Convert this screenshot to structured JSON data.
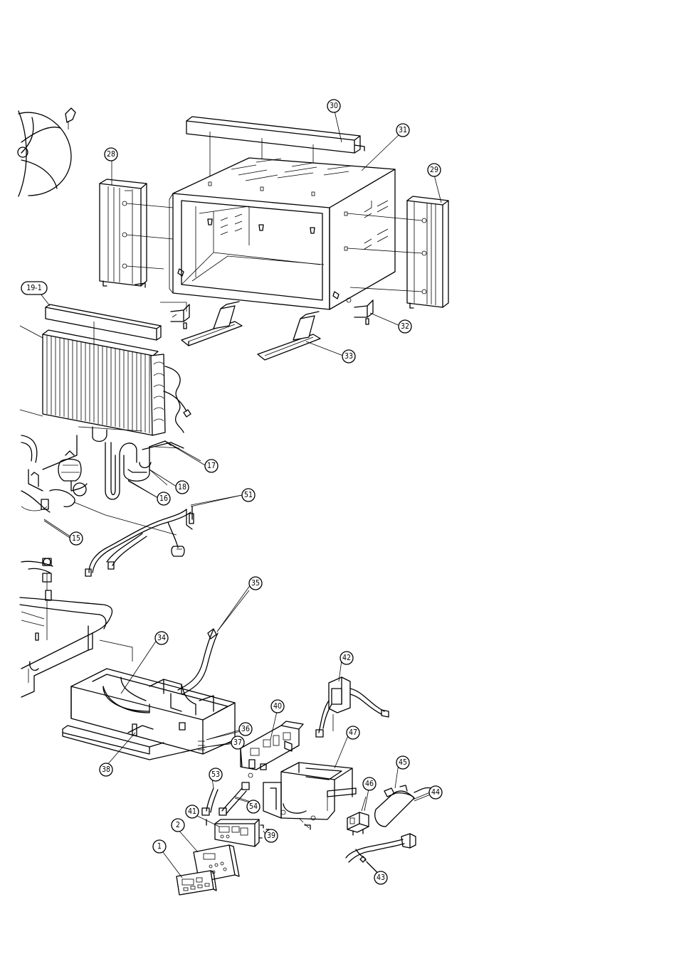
{
  "callouts": [
    {
      "id": "c30",
      "label": "30"
    },
    {
      "id": "c31",
      "label": "31"
    },
    {
      "id": "c28",
      "label": "28"
    },
    {
      "id": "c29",
      "label": "29"
    },
    {
      "id": "c19-1",
      "label": "19-1"
    },
    {
      "id": "c32",
      "label": "32"
    },
    {
      "id": "c33",
      "label": "33"
    },
    {
      "id": "c17",
      "label": "17"
    },
    {
      "id": "c18",
      "label": "18"
    },
    {
      "id": "c16",
      "label": "16"
    },
    {
      "id": "c51",
      "label": "51"
    },
    {
      "id": "c15",
      "label": "15"
    },
    {
      "id": "c35",
      "label": "35"
    },
    {
      "id": "c34",
      "label": "34"
    },
    {
      "id": "c42",
      "label": "42"
    },
    {
      "id": "c40",
      "label": "40"
    },
    {
      "id": "c36",
      "label": "36"
    },
    {
      "id": "c37",
      "label": "37"
    },
    {
      "id": "c47",
      "label": "47"
    },
    {
      "id": "c38",
      "label": "38"
    },
    {
      "id": "c53",
      "label": "53"
    },
    {
      "id": "c45",
      "label": "45"
    },
    {
      "id": "c46",
      "label": "46"
    },
    {
      "id": "c44",
      "label": "44"
    },
    {
      "id": "c54",
      "label": "54"
    },
    {
      "id": "c41",
      "label": "41"
    },
    {
      "id": "c2",
      "label": "2"
    },
    {
      "id": "c39",
      "label": "39"
    },
    {
      "id": "c1",
      "label": "1"
    },
    {
      "id": "c43",
      "label": "43"
    }
  ]
}
